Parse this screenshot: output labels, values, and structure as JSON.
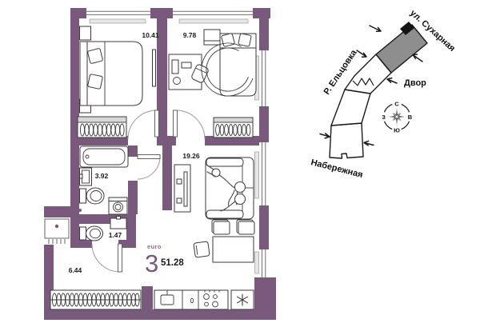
{
  "unit": {
    "layout_type": "euro",
    "rooms_count": "3",
    "total_area": "51.28"
  },
  "floor_plan": {
    "rooms": [
      {
        "name": "bedroom-1",
        "area": "10.41"
      },
      {
        "name": "bedroom-2",
        "area": "9.78"
      },
      {
        "name": "living-kitchen",
        "area": "19.26"
      },
      {
        "name": "bathroom",
        "area": "3.92"
      },
      {
        "name": "wc",
        "area": "1.47"
      },
      {
        "name": "hallway",
        "area": "6.44"
      }
    ]
  },
  "site_plan": {
    "street_label": "ул. Сухарная",
    "river_label": "Р. Ельцовка",
    "yard_label": "Двор",
    "embankment_label": "Набережная",
    "compass": {
      "n": "С",
      "s": "Ю",
      "w": "З",
      "e": "В"
    }
  },
  "colors": {
    "wall_purple": "#7a5a7c",
    "site_building_gray": "#8e8e8e",
    "marker_black": "#151515"
  }
}
